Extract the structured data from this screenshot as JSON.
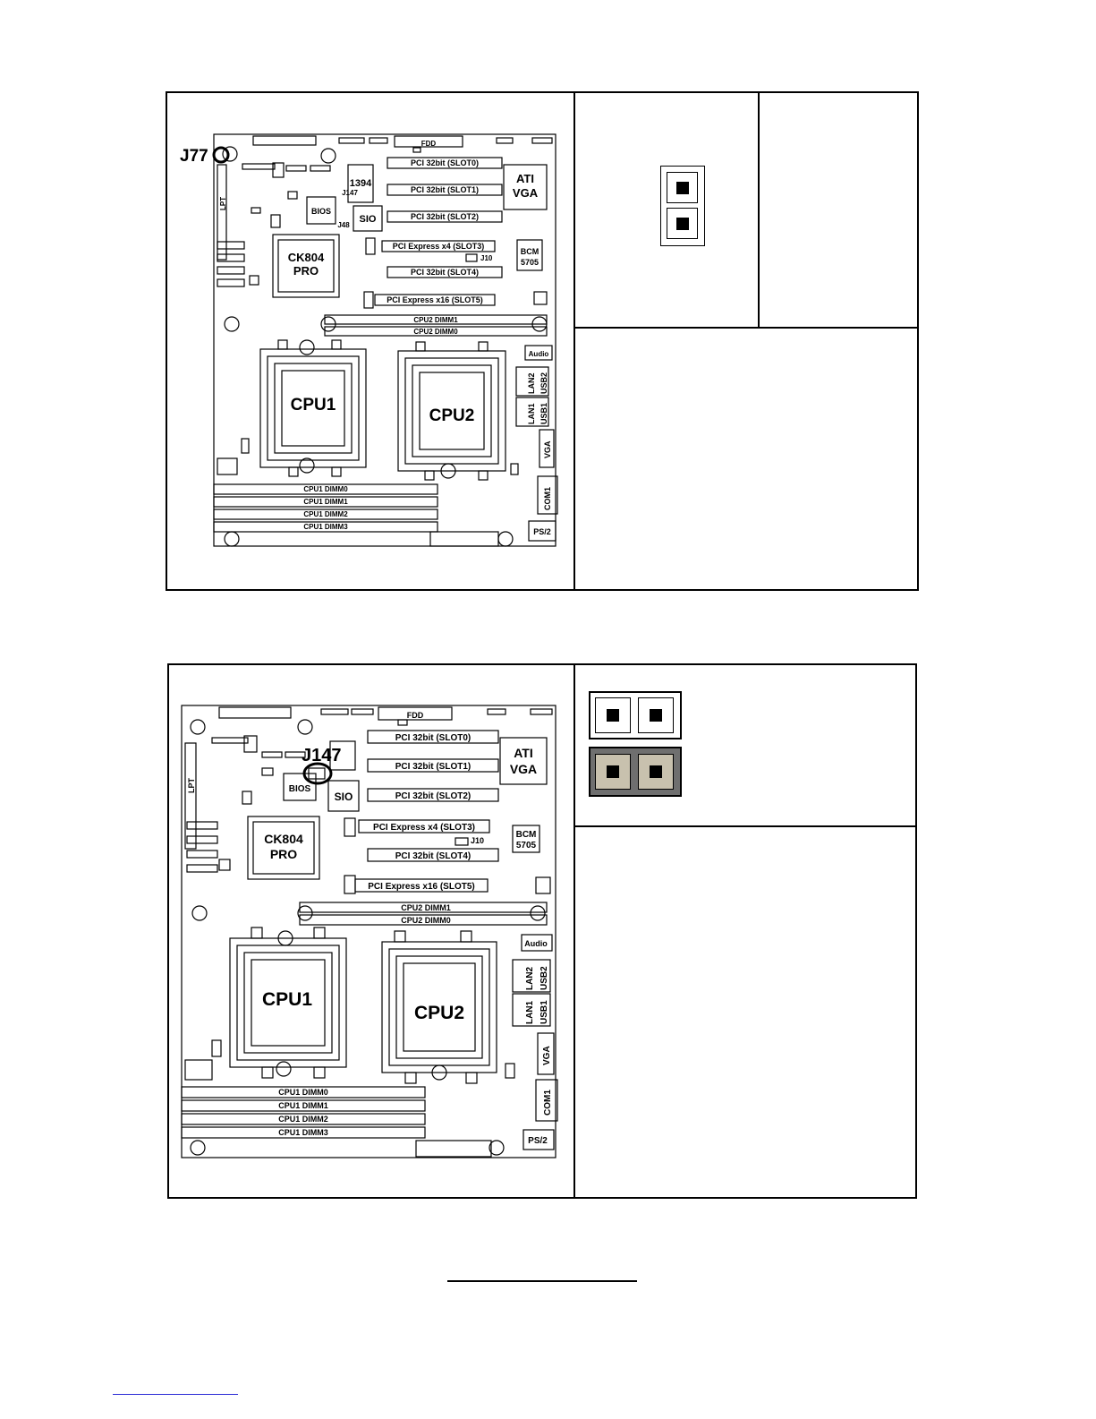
{
  "board_labels": {
    "fdd": "FDD",
    "slot0": "PCI 32bit (SLOT0)",
    "slot1": "PCI 32bit (SLOT1)",
    "slot2": "PCI 32bit (SLOT2)",
    "slot3": "PCI Express x4 (SLOT3)",
    "slot4": "PCI 32bit (SLOT4)",
    "slot5": "PCI Express x16 (SLOT5)",
    "ieee1394": "1394",
    "ati": "ATI",
    "vga_chip": "VGA",
    "bios": "BIOS",
    "sio": "SIO",
    "ck804": "CK804",
    "pro": "PRO",
    "bcm": "BCM",
    "bcm_num": "5705",
    "j10": "J10",
    "j48": "J48",
    "cpu2_dimm1": "CPU2 DIMM1",
    "cpu2_dimm0": "CPU2 DIMM0",
    "cpu1": "CPU1",
    "cpu2": "CPU2",
    "audio": "Audio",
    "lan2": "LAN2",
    "usb2": "USB2",
    "lan1": "LAN1",
    "usb1": "USB1",
    "vga_port": "VGA",
    "com1": "COM1",
    "ps2": "PS/2",
    "lpt": "LPT",
    "cpu1_dimm0": "CPU1 DIMM0",
    "cpu1_dimm1": "CPU1 DIMM1",
    "cpu1_dimm2": "CPU1 DIMM2",
    "cpu1_dimm3": "CPU1 DIMM3"
  },
  "figure1": {
    "callout": "J77",
    "small_label": "J147"
  },
  "figure2": {
    "callout": "J147"
  }
}
